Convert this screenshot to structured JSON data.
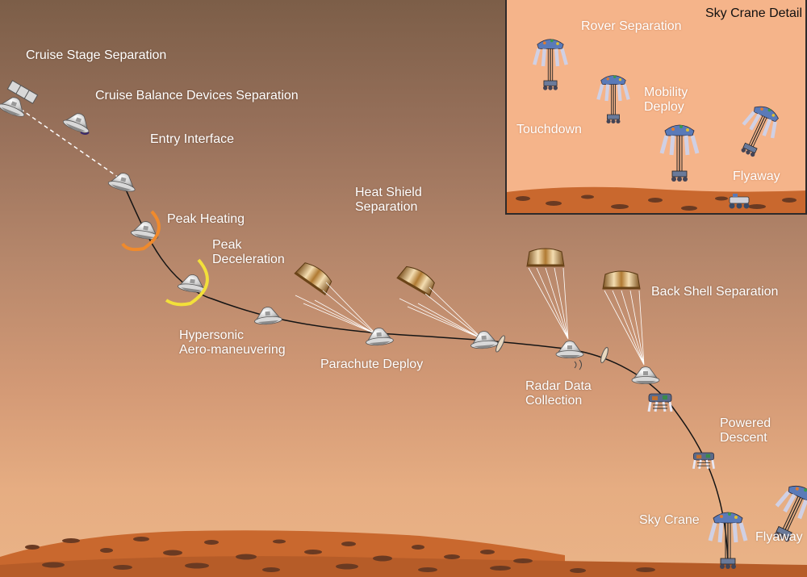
{
  "stages": {
    "cruise_stage_separation": "Cruise Stage Separation",
    "cruise_balance_devices_separation": "Cruise Balance Devices Separation",
    "entry_interface": "Entry Interface",
    "peak_heating": "Peak Heating",
    "peak_deceleration_line1": "Peak",
    "peak_deceleration_line2": "Deceleration",
    "heat_shield_separation_line1": "Heat Shield",
    "heat_shield_separation_line2": "Separation",
    "hypersonic_line1": "Hypersonic",
    "hypersonic_line2": "Aero-maneuvering",
    "parachute_deploy": "Parachute Deploy",
    "radar_line1": "Radar Data",
    "radar_line2": "Collection",
    "back_shell_separation": "Back Shell Separation",
    "powered_descent_line1": "Powered",
    "powered_descent_line2": "Descent",
    "sky_crane": "Sky Crane",
    "flyaway": "Flyaway"
  },
  "inset": {
    "title": "Sky Crane Detail",
    "rover_separation": "Rover Separation",
    "mobility_deploy_line1": "Mobility",
    "mobility_deploy_line2": "Deploy",
    "touchdown": "Touchdown",
    "flyaway": "Flyaway"
  },
  "colors": {
    "sky_top": "#7c5e48",
    "sky_bottom": "#eab387",
    "inset_background": "#f5b48a",
    "ground": "#c9682e",
    "rock": "#6a3a22",
    "heating_glow": "#f08a2c",
    "deceleration_glow": "#f2e03a",
    "parachute": "#b07a32",
    "trajectory": "#141414"
  },
  "icons": {
    "capsule": "aeroshell-capsule-icon",
    "parachute": "parachute-icon",
    "heat_shield": "heat-shield-icon",
    "descent_stage": "descent-stage-icon",
    "sky_crane": "sky-crane-icon",
    "rover": "rover-icon"
  }
}
